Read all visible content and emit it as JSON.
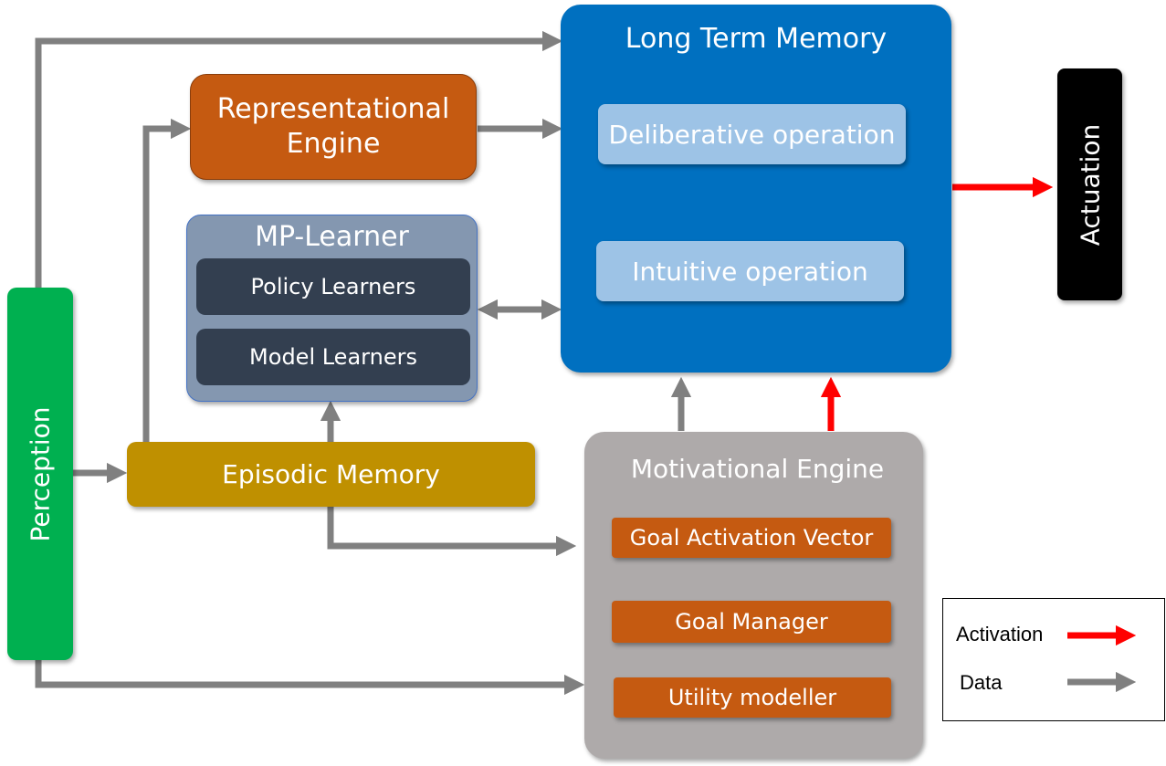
{
  "perception": {
    "label": "Perception"
  },
  "representational_engine": {
    "label_line1": "Representational",
    "label_line2": "Engine"
  },
  "mp_learner": {
    "title": "MP-Learner",
    "items": [
      "Policy Learners",
      "Model Learners"
    ]
  },
  "episodic_memory": {
    "label": "Episodic Memory"
  },
  "long_term_memory": {
    "title": "Long Term Memory",
    "items": [
      "Deliberative operation",
      "Intuitive operation"
    ]
  },
  "motivational_engine": {
    "title": "Motivational Engine",
    "items": [
      "Goal Activation Vector",
      "Goal Manager",
      "Utility modeller"
    ]
  },
  "actuation": {
    "label": "Actuation"
  },
  "legend": {
    "activation_label": "Activation",
    "data_label": "Data",
    "activation_color": "#ff0000",
    "data_color": "#808080"
  },
  "colors": {
    "perception": "#00b050",
    "representational": "#c55a11",
    "mp_learner": "#8497b0",
    "mp_learner_item": "#333f50",
    "episodic": "#bf9000",
    "long_term_memory": "#0070c0",
    "ltm_item": "#9dc3e6",
    "motivational": "#aeaaaa",
    "motivational_item": "#c55a11",
    "actuation": "#000000"
  }
}
